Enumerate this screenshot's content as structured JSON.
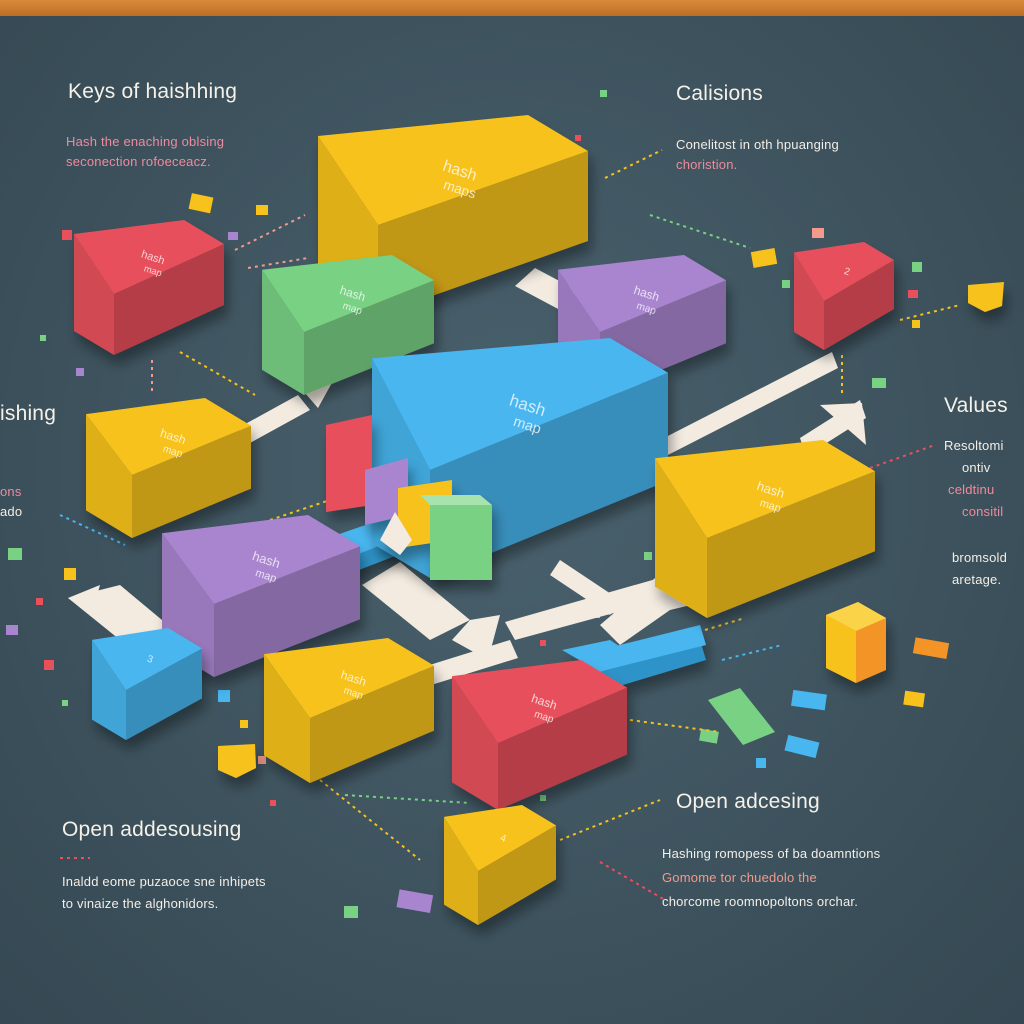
{
  "labels": {
    "keys_title": "Keys of haishhing",
    "keys_desc_1": "Hash the enaching oblsing",
    "keys_desc_2": "seconection rofoeceacz.",
    "collisions_title": "Calisions",
    "collisions_desc_1": "Conelitost in oth hpuanging",
    "collisions_desc_2": "choristion.",
    "hashing_title": "ishing",
    "hashing_desc_1": "ons",
    "hashing_desc_2": "ado",
    "values_title": "Values",
    "values_desc_1": "Resoltomi",
    "values_desc_2": "ontiv",
    "values_desc_3": "celdtinu",
    "values_desc_4": "consitil",
    "values_desc_5": "bromsold",
    "values_desc_6": "aretage.",
    "open_left_title": "Open addesousing",
    "open_left_desc_1": "Inaldd eome puzaoce sne inhipets",
    "open_left_desc_2": "to vinaize the alghonidors.",
    "open_right_title": "Open adcesing",
    "open_right_desc_1": "Hashing romopess of ba doamntions",
    "open_right_desc_2": "Gomome tor chuedolo the",
    "open_right_desc_3": "chorcome roomnopoltons orchar."
  },
  "blocks": [
    {
      "name": "hash-map-block-yellow-top",
      "text_1": "hash",
      "text_2": "maps",
      "color": "#f7c21b"
    },
    {
      "name": "hash-map-block-red-left",
      "text_1": "hash",
      "text_2": "map",
      "color": "#e8505b"
    },
    {
      "name": "hash-map-block-green",
      "text_1": "hash",
      "text_2": "map",
      "color": "#79d184"
    },
    {
      "name": "hash-map-block-purple-top",
      "text_1": "hash",
      "text_2": "map",
      "color": "#a985d0"
    },
    {
      "name": "red-block-2",
      "text_1": "2",
      "color": "#e8505b"
    },
    {
      "name": "hash-map-block-blue-center",
      "text_1": "hash",
      "text_2": "map",
      "color": "#48b6ef"
    },
    {
      "name": "hash-map-block-yellow-left",
      "text_1": "hash",
      "text_2": "map",
      "color": "#f7c21b"
    },
    {
      "name": "hash-map-block-yellow-right",
      "text_1": "hash",
      "text_2": "map",
      "color": "#f7c21b"
    },
    {
      "name": "hash-map-block-purple-bottom",
      "text_1": "hash",
      "text_2": "map",
      "color": "#a985d0"
    },
    {
      "name": "blue-block-3",
      "text_1": "3",
      "color": "#48b6ef"
    },
    {
      "name": "hash-map-block-yellow-bottom",
      "text_1": "hash",
      "text_2": "map",
      "color": "#f7c21b"
    },
    {
      "name": "hash-map-block-red-bottom",
      "text_1": "hash",
      "text_2": "map",
      "color": "#e8505b"
    },
    {
      "name": "yellow-block-4",
      "text_1": "4",
      "color": "#f7c21b"
    }
  ]
}
